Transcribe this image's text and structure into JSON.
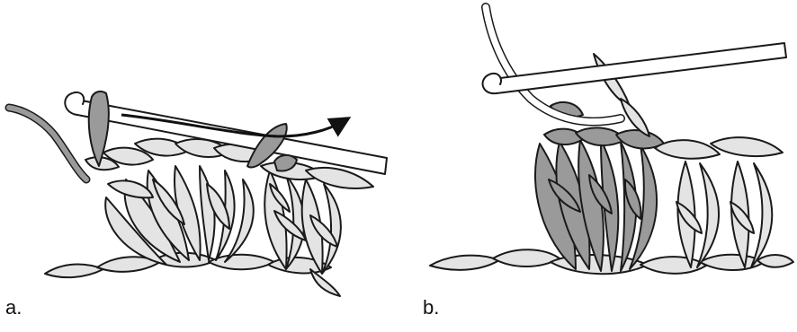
{
  "panels": [
    {
      "id": "a",
      "label": "a."
    },
    {
      "id": "b",
      "label": "b."
    }
  ],
  "colors": {
    "light_yarn": "#e4e4e4",
    "dark_yarn": "#9a9a9a",
    "outline": "#1a1a1a",
    "hook": "#ffffff",
    "arrow": "#111111"
  }
}
